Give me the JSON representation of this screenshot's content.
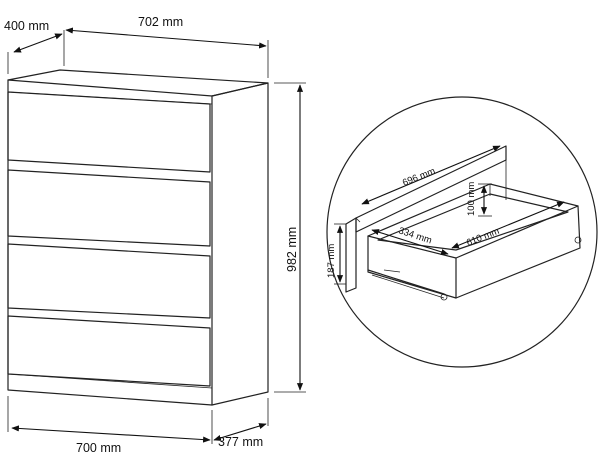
{
  "dimensions": {
    "top_depth": "400 mm",
    "top_width": "702 mm",
    "height": "982 mm",
    "base_width": "700 mm",
    "base_depth": "377 mm"
  },
  "drawer_detail": {
    "length": "696 mm",
    "inner_height": "100 mm",
    "inner_depth_a": "334 mm",
    "inner_depth_b": "610 mm",
    "front_height": "187 mm"
  }
}
